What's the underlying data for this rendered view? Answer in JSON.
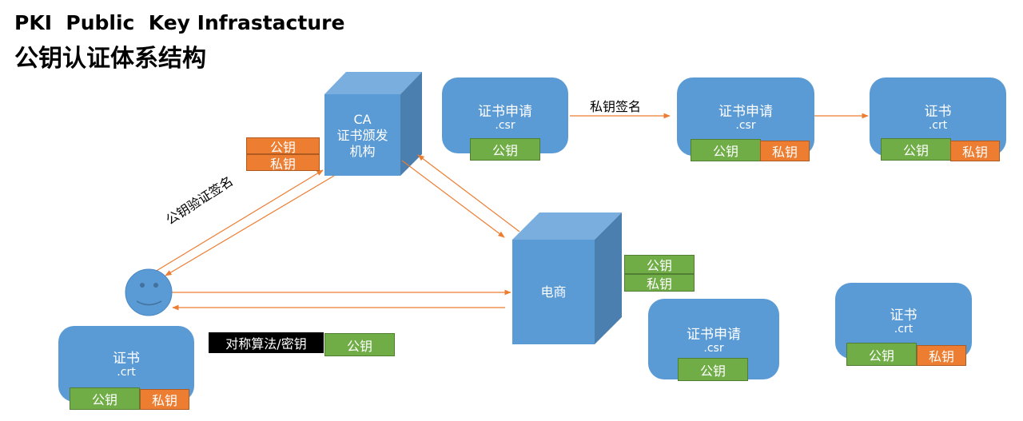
{
  "title": {
    "line1": "PKI  Public  Key Infrastacture",
    "line2": "公钥认证体系结构"
  },
  "colors": {
    "node_blue": "#5b9bd5",
    "public_key_green": "#70ad47",
    "private_key_orange": "#ed7d31",
    "arrow_orange": "#ed7d31",
    "symmetric_black": "#000000"
  },
  "ca": {
    "line1": "CA",
    "line2": "证书颁发",
    "line3": "机构",
    "keys": {
      "public": "公钥",
      "private": "私钥"
    }
  },
  "ecommerce": {
    "label": "电商",
    "keys": {
      "public": "公钥",
      "private": "私钥"
    }
  },
  "flow_top": {
    "csr_unsigned": {
      "title": "证书申请",
      "ext": ".csr",
      "public": "公钥"
    },
    "sign_label": "私钥签名",
    "csr_signed": {
      "title": "证书申请",
      "ext": ".csr",
      "public": "公钥",
      "private": "私钥"
    },
    "crt": {
      "title": "证书",
      "ext": ".crt",
      "public": "公钥",
      "private": "私钥"
    }
  },
  "verify_label": "公钥验证签名",
  "user_cert": {
    "title": "证书",
    "ext": ".crt",
    "public": "公钥",
    "private": "私钥"
  },
  "symmetric": {
    "label": "对称算法/密钥",
    "public": "公钥"
  },
  "ecom_csr": {
    "title": "证书申请",
    "ext": ".csr",
    "public": "公钥"
  },
  "ecom_crt": {
    "title": "证书",
    "ext": ".crt",
    "public": "公钥",
    "private": "私钥"
  },
  "user_icon": "smiley-face-icon"
}
